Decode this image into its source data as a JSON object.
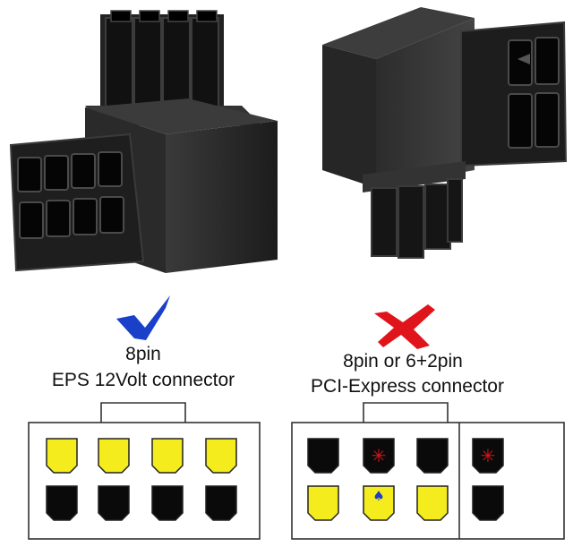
{
  "left_panel": {
    "mark": "check-icon",
    "mark_color": "#1a3fc9",
    "line1": "8pin",
    "line2": "EPS 12Volt connector",
    "pin_rows": [
      [
        "yellow",
        "yellow",
        "yellow",
        "yellow"
      ],
      [
        "black",
        "black",
        "black",
        "black"
      ]
    ]
  },
  "right_panel": {
    "mark": "x-icon",
    "mark_color": "#e0141b",
    "line1": "8pin or 6+2pin",
    "line2": "PCI-Express connector",
    "pin_rows": [
      [
        "black",
        "black-star",
        "black",
        "black-star"
      ],
      [
        "yellow",
        "yellow-spade",
        "yellow",
        "black"
      ]
    ]
  },
  "colors": {
    "pin_yellow": "#f4ec1c",
    "pin_black": "#0a0a0a",
    "connector_body": "#2a2a2a"
  }
}
